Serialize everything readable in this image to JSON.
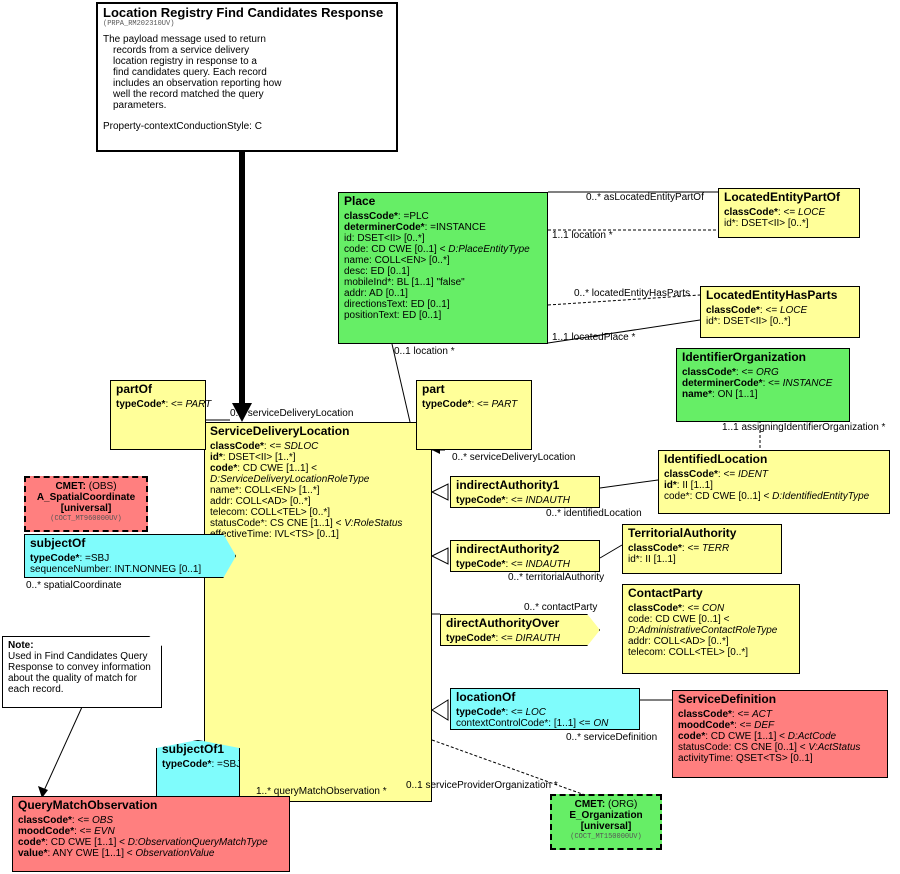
{
  "header": {
    "title": "Location Registry Find Candidates Response",
    "code": "(PRPA_RM202310UV)",
    "description": [
      "The payload message used to return",
      "records from a service delivery",
      "location registry in response to a",
      "find candidates query. Each record",
      "includes an observation reporting how",
      "well the record matched the query",
      "parameters."
    ],
    "property": "Property-contextConductionStyle: C"
  },
  "place": {
    "title": "Place",
    "attrs": [
      {
        "b": "classCode*",
        "r": ": =PLC"
      },
      {
        "b": "determinerCode*",
        "r": ": =INSTANCE"
      },
      {
        "b": "",
        "r": "id: DSET<II> [0..*]"
      },
      {
        "b": "",
        "r": "code: CD CWE [0..1] < ",
        "i": "D:PlaceEntityType"
      },
      {
        "b": "",
        "r": "name: COLL<EN> [0..*]"
      },
      {
        "b": "",
        "r": "desc: ED [0..1]"
      },
      {
        "b": "",
        "r": "mobileInd*: BL [1..1] \"false\""
      },
      {
        "b": "",
        "r": "addr: AD [0..1]"
      },
      {
        "b": "",
        "r": "directionsText: ED [0..1]"
      },
      {
        "b": "",
        "r": "positionText: ED [0..1]"
      }
    ]
  },
  "located_entity_part_of": {
    "title": "LocatedEntityPartOf",
    "attrs": [
      {
        "b": "classCode*",
        "r": ": <= ",
        "i": "LOCE"
      },
      {
        "b": "",
        "r": "id*: DSET<II> [0..*]"
      }
    ]
  },
  "located_entity_has_parts": {
    "title": "LocatedEntityHasParts",
    "attrs": [
      {
        "b": "classCode*",
        "r": ": <= ",
        "i": "LOCE"
      },
      {
        "b": "",
        "r": "id*: DSET<II> [0..*]"
      }
    ]
  },
  "identifier_organization": {
    "title": "IdentifierOrganization",
    "attrs": [
      {
        "b": "classCode*",
        "r": ": <= ",
        "i": "ORG"
      },
      {
        "b": "determinerCode*",
        "r": ": <= ",
        "i": "INSTANCE"
      },
      {
        "b": "name*",
        "r": ": ON [1..1]"
      }
    ]
  },
  "identified_location": {
    "title": "IdentifiedLocation",
    "attrs": [
      {
        "b": "classCode*",
        "r": ": <= ",
        "i": "IDENT"
      },
      {
        "b": "id*",
        "r": ": II [1..1]"
      },
      {
        "b": "",
        "r": "code*: CD CWE [0..1] < ",
        "i": "D:IdentifiedEntityType"
      }
    ]
  },
  "territorial_authority": {
    "title": "TerritorialAuthority",
    "attrs": [
      {
        "b": "classCode*",
        "r": ": <= ",
        "i": "TERR"
      },
      {
        "b": "",
        "r": "id*: II [1..1]"
      }
    ]
  },
  "contact_party": {
    "title": "ContactParty",
    "attrs": [
      {
        "b": "classCode*",
        "r": ": <= ",
        "i": "CON"
      },
      {
        "b": "",
        "r": "code: CD CWE [0..1] <"
      },
      {
        "b": "",
        "r": "",
        "i": "D:AdministrativeContactRoleType"
      },
      {
        "b": "",
        "r": "addr: COLL<AD> [0..*]"
      },
      {
        "b": "",
        "r": "telecom: COLL<TEL> [0..*]"
      }
    ]
  },
  "service_definition": {
    "title": "ServiceDefinition",
    "attrs": [
      {
        "b": "classCode*",
        "r": ": <= ",
        "i": "ACT"
      },
      {
        "b": "moodCode*",
        "r": ": <= ",
        "i": "DEF"
      },
      {
        "b": "code*",
        "r": ": CD CWE [1..1] < ",
        "i": "D:ActCode"
      },
      {
        "b": "",
        "r": "statusCode: CS CNE [0..1] < ",
        "i": "V:ActStatus"
      },
      {
        "b": "",
        "r": "activityTime: QSET<TS> [0..1]"
      }
    ]
  },
  "service_delivery_location": {
    "title": "ServiceDeliveryLocation",
    "attrs": [
      {
        "b": "classCode*",
        "r": ": <= ",
        "i": "SDLOC"
      },
      {
        "b": "id*",
        "r": ": DSET<II> [1..*]"
      },
      {
        "b": "code*",
        "r": ": CD CWE [1..1] <"
      },
      {
        "b": "",
        "r": "",
        "i": "D:ServiceDeliveryLocationRoleType"
      },
      {
        "b": "",
        "r": "name*: COLL<EN> [1..*]"
      },
      {
        "b": "",
        "r": "addr: COLL<AD> [0..*]"
      },
      {
        "b": "",
        "r": "telecom: COLL<TEL> [0..*]"
      },
      {
        "b": "",
        "r": "statusCode*: CS CNE [1..1] < ",
        "i": "V:RoleStatus"
      },
      {
        "b": "",
        "r": "effectiveTime: IVL<TS> [0..1]"
      }
    ]
  },
  "part_of": {
    "title": "partOf",
    "attrs": [
      {
        "b": "typeCode*",
        "r": ": <= ",
        "i": "PART"
      }
    ]
  },
  "part": {
    "title": "part",
    "attrs": [
      {
        "b": "typeCode*",
        "r": ": <= ",
        "i": "PART"
      }
    ]
  },
  "indirect_authority1": {
    "title": "indirectAuthority1",
    "attrs": [
      {
        "b": "typeCode*",
        "r": ": <= ",
        "i": "INDAUTH"
      }
    ]
  },
  "indirect_authority2": {
    "title": "indirectAuthority2",
    "attrs": [
      {
        "b": "typeCode*",
        "r": ": <= ",
        "i": "INDAUTH"
      }
    ]
  },
  "direct_authority_over": {
    "title": "directAuthorityOver",
    "attrs": [
      {
        "b": "typeCode*",
        "r": ": <= ",
        "i": "DIRAUTH"
      }
    ]
  },
  "location_of": {
    "title": "locationOf",
    "attrs": [
      {
        "b": "typeCode*",
        "r": ": <= ",
        "i": "LOC"
      },
      {
        "b": "",
        "r": "contextControlCode*: [1..1] <= ",
        "i": "ON"
      }
    ]
  },
  "subject_of": {
    "title": "subjectOf",
    "attrs": [
      {
        "b": "typeCode*",
        "r": ": =SBJ"
      },
      {
        "b": "",
        "r": "sequenceNumber: INT.NONNEG [0..1]"
      }
    ]
  },
  "subject_of1": {
    "title": "subjectOf1",
    "attrs": [
      {
        "b": "typeCode*",
        "r": ": =SBJ"
      }
    ]
  },
  "query_match_observation": {
    "title": "QueryMatchObservation",
    "attrs": [
      {
        "b": "classCode*",
        "r": ": <= ",
        "i": "OBS"
      },
      {
        "b": "moodCode*",
        "r": ": <= ",
        "i": "EVN"
      },
      {
        "b": "code*",
        "r": ": CD CWE [1..1] < ",
        "i": "D:ObservationQueryMatchType"
      },
      {
        "b": "value*",
        "r": ": ANY CWE [1..1] < ",
        "i": "ObservationValue"
      }
    ]
  },
  "cmet_spatial": {
    "line1b": "CMET:",
    "line1": " (OBS)",
    "line2": "A_SpatialCoordinate",
    "line3": "[universal]",
    "code": "(COCT_MT960000UV)"
  },
  "cmet_org": {
    "line1b": "CMET:",
    "line1": " (ORG)",
    "line2": "E_Organization",
    "line3": "[universal]",
    "code": "(COCT_MT150000UV)"
  },
  "note": {
    "title": "Note:",
    "text": [
      "Used in Find Candidates Query",
      "Response to convey information",
      "about the quality of match for",
      "each record."
    ]
  },
  "labels": {
    "as_located_entity_part_of": "0..* asLocatedEntityPartOf",
    "location_1": "1..1 location *",
    "located_entity_has_parts": "0..* locatedEntityHasParts",
    "located_place": "1..1 locatedPlace *",
    "place_location": "0..1 location *",
    "service_delivery_location_partof": "0..* serviceDeliveryLocation",
    "service_delivery_location_part": "0..* serviceDeliveryLocation",
    "assigning_identifier_org": "1..1 assigningIdentifierOrganization *",
    "identified_location": "0..* identifiedLocation",
    "territorial_authority": "0..* territorialAuthority",
    "contact_party": "0..* contactParty",
    "service_definition": "0..* serviceDefinition",
    "spatial_coordinate": "0..* spatialCoordinate",
    "query_match_observation": "1..* queryMatchObservation *",
    "service_provider_org": "0..1 serviceProviderOrganization *"
  }
}
